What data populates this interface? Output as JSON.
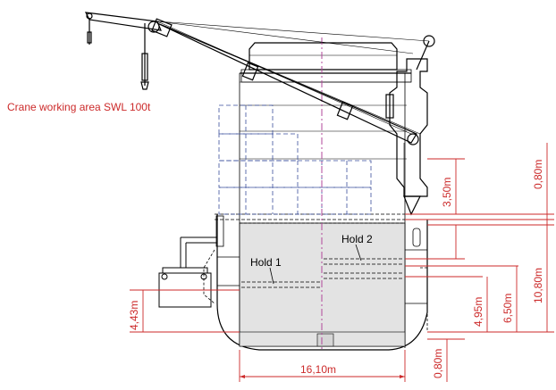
{
  "title": "Crane working area SWL 100t",
  "holds": [
    "Hold 1",
    "Hold 2"
  ],
  "dimensions": {
    "breadth": "16,10m",
    "h_080_bottom": "0,80m",
    "h_080_top": "0,80m",
    "h_350": "3,50m",
    "h_443": "4,43m",
    "h_495": "4,95m",
    "h_650": "6,50m",
    "h_1080": "10,80m"
  },
  "colors": {
    "dimension": "#cc2a2a",
    "container_outline": "#3a4f9c",
    "hold_fill": "#e3e3e3",
    "centerline": "#b0479b",
    "outline": "#000000"
  }
}
